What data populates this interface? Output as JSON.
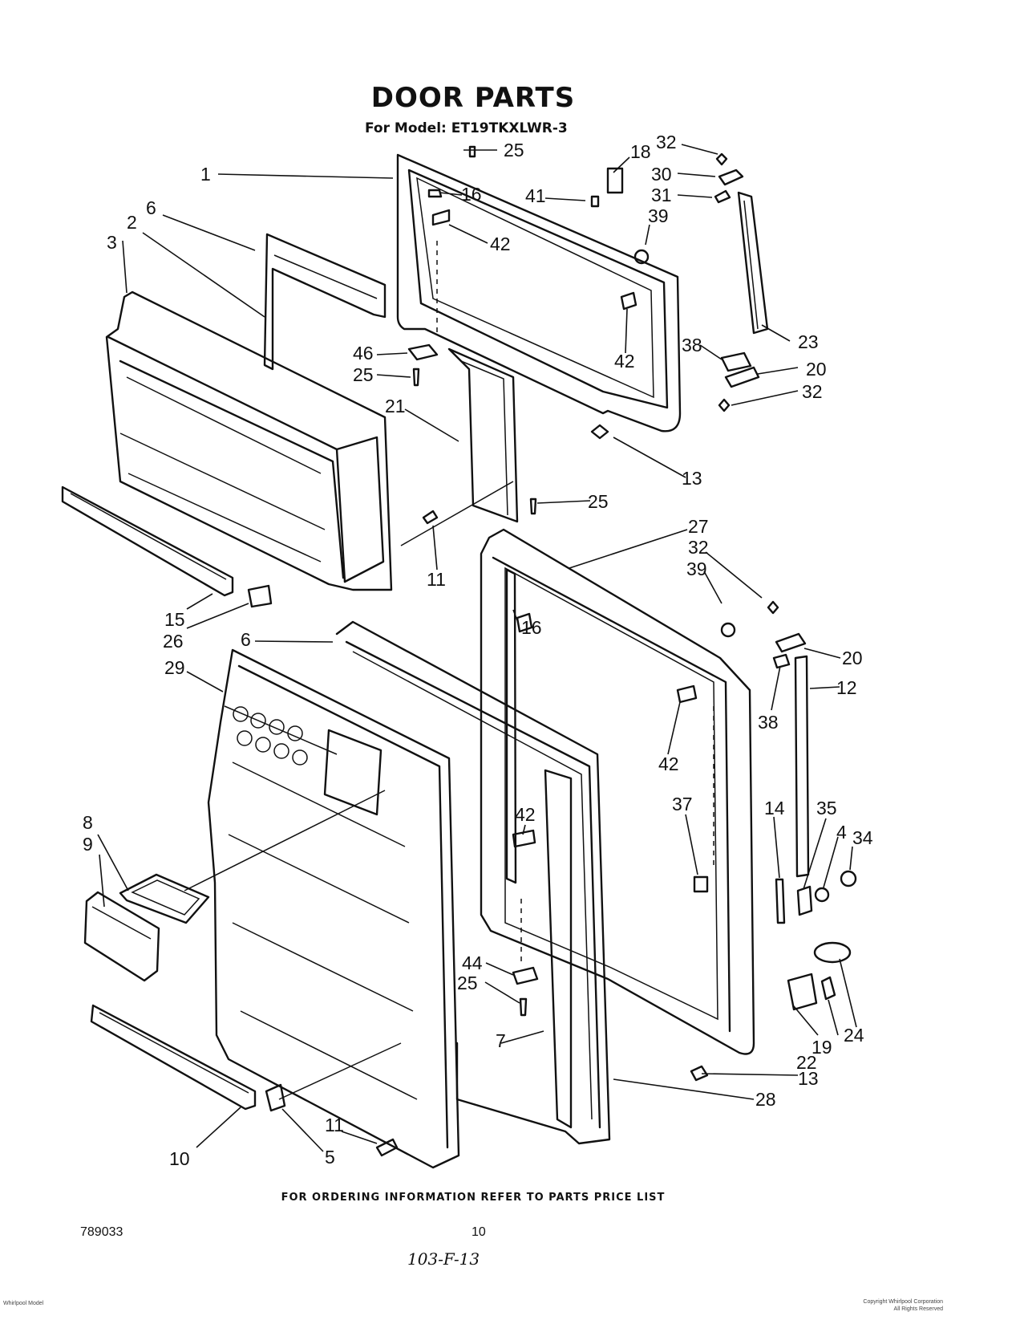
{
  "header": {
    "title": "DOOR PARTS",
    "model": "For Model: ET19TKXLWR-3"
  },
  "callouts": [
    "1",
    "2",
    "3",
    "4",
    "5",
    "6",
    "6",
    "7",
    "8",
    "9",
    "10",
    "11",
    "11",
    "12",
    "13",
    "13",
    "14",
    "15",
    "16",
    "16",
    "18",
    "19",
    "20",
    "20",
    "21",
    "22",
    "23",
    "24",
    "25",
    "25",
    "25",
    "25",
    "26",
    "27",
    "28",
    "29",
    "30",
    "31",
    "32",
    "32",
    "32",
    "34",
    "35",
    "37",
    "38",
    "38",
    "39",
    "39",
    "41",
    "42",
    "42",
    "42",
    "42",
    "44",
    "46"
  ],
  "footer": {
    "ordering_note": "FOR ORDERING INFORMATION REFER TO PARTS PRICE LIST",
    "doc_number": "789033",
    "page_number": "10",
    "handwritten": "103-F-13",
    "small_left": "Whirlpool Model",
    "small_right": "Copyright Whirlpool Corporation\nAll Rights Reserved"
  }
}
